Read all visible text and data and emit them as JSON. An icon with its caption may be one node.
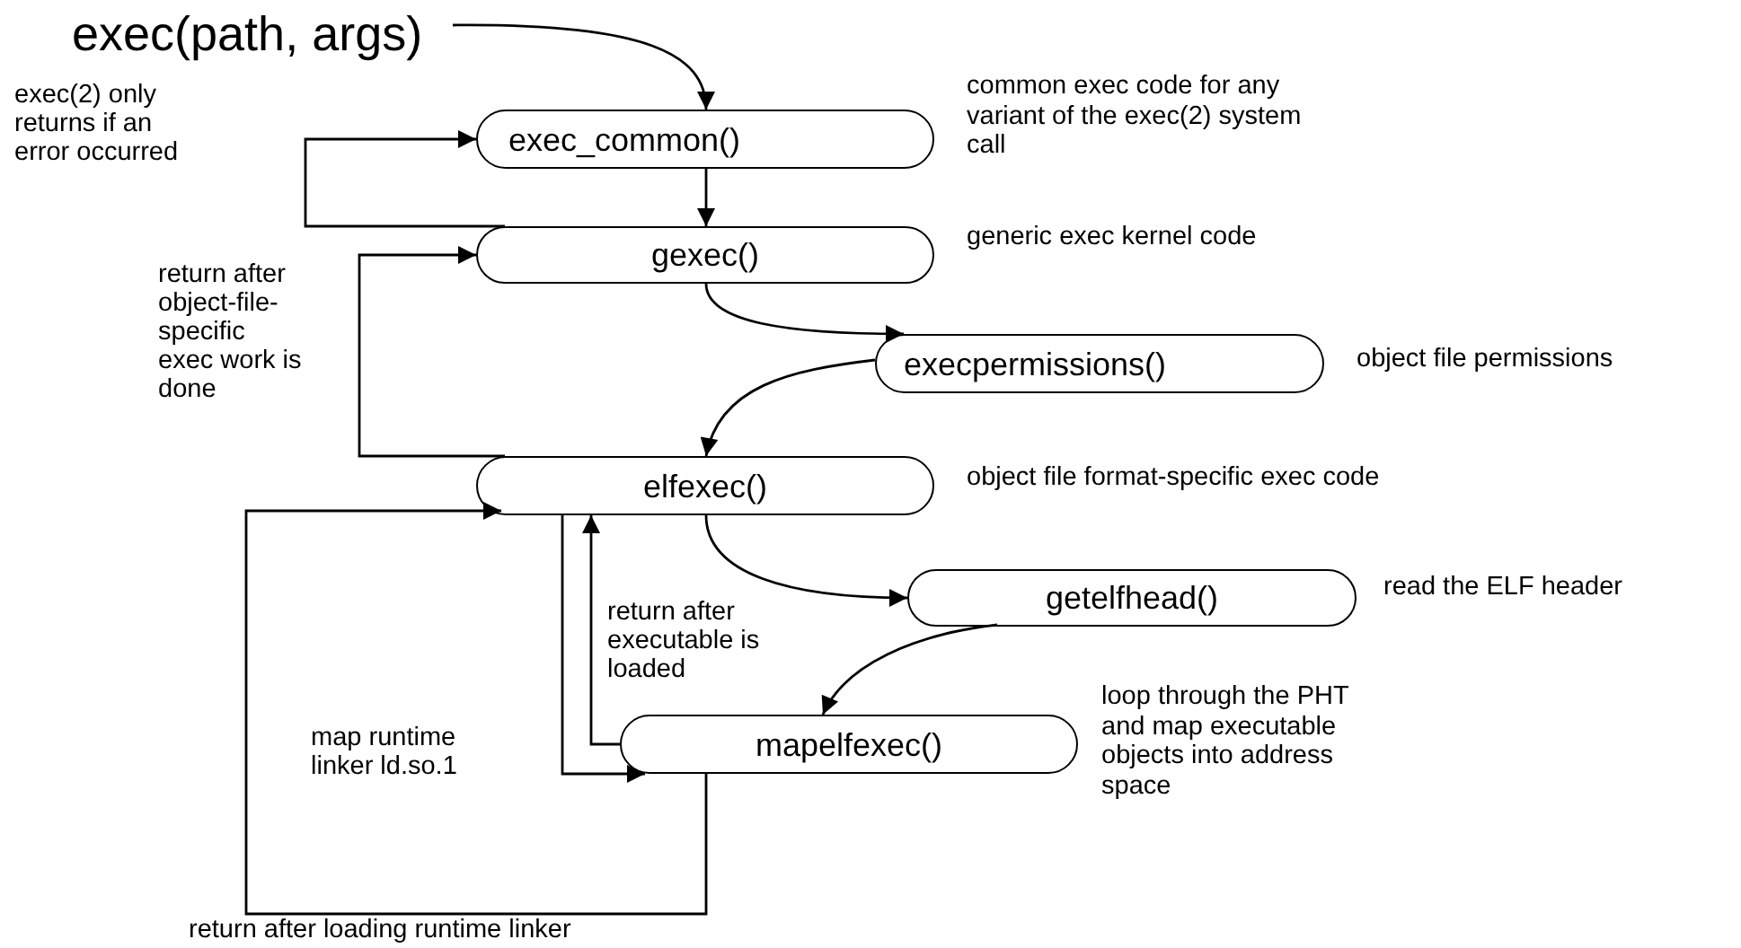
{
  "diagram": {
    "nodes": [
      {
        "text": [
          "exec(path, args)"
        ]
      },
      {
        "text": [
          "exec_common()"
        ],
        "beside": [
          "common exec code for any variant of the exec(2) system call"
        ]
      },
      {
        "text": [
          "gexec()"
        ],
        "beside": [
          "generic exec kernel code"
        ]
      },
      {
        "text": [
          "execpermissions()"
        ],
        "beside": [
          "object file permissions"
        ]
      },
      {
        "text": [
          "elfexec()"
        ],
        "beside": [
          "object file format-specific exec code"
        ]
      },
      {
        "text": [
          "getelfhead()"
        ],
        "beside": [
          "read the ELF header"
        ]
      },
      {
        "text": [
          "mapelfexec()"
        ],
        "beside": [
          "loop through the PHT and map executable objects into address space"
        ]
      }
    ],
    "edges": [
      {
        "from": 0,
        "to": 1,
        "arrow": "to"
      },
      {
        "from": 1,
        "to": 2,
        "arrow": "to"
      },
      {
        "from": 2,
        "to": 1,
        "arrow": "to",
        "label": "exec(2) only returns if an error occurred"
      },
      {
        "from": 2,
        "to": 3,
        "arrow": "to"
      },
      {
        "from": 3,
        "to": 4,
        "arrow": "to"
      },
      {
        "from": 4,
        "to": 2,
        "arrow": "to",
        "label": "return after object-file-specific exec work is done"
      },
      {
        "from": 4,
        "to": 5,
        "arrow": "to"
      },
      {
        "from": 5,
        "to": 6,
        "arrow": "to"
      },
      {
        "from": 6,
        "to": 4,
        "arrow": "to",
        "label": "return after executable is loaded"
      },
      {
        "from": 4,
        "to": 6,
        "arrow": "to",
        "label": "map runtime linker ld.so.1"
      },
      {
        "from": 6,
        "to": 4,
        "arrow": "to",
        "label": "return after loading runtime linker"
      }
    ]
  }
}
